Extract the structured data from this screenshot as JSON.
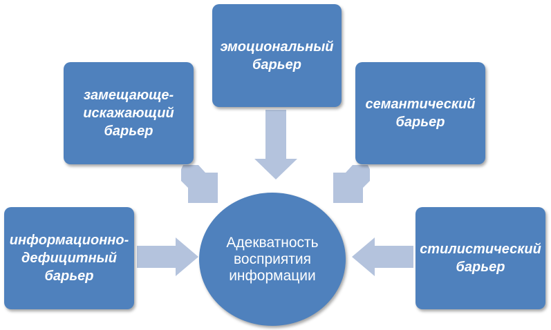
{
  "center": {
    "label": "Адекватность\nвосприятия\nинформации"
  },
  "barriers": {
    "emotional": "эмоциональный\nбарьер",
    "substituting": "замещающе-\nискажающий\nбарьер",
    "semantic": "семантический\nбарьер",
    "information_deficit": "информационно-\nдефицитный\nбарьер",
    "stylistic": "стилистический\nбарьер"
  },
  "colors": {
    "box_fill": "#4f81bd",
    "arrow_fill": "#b4c3dd",
    "text": "#ffffff"
  }
}
